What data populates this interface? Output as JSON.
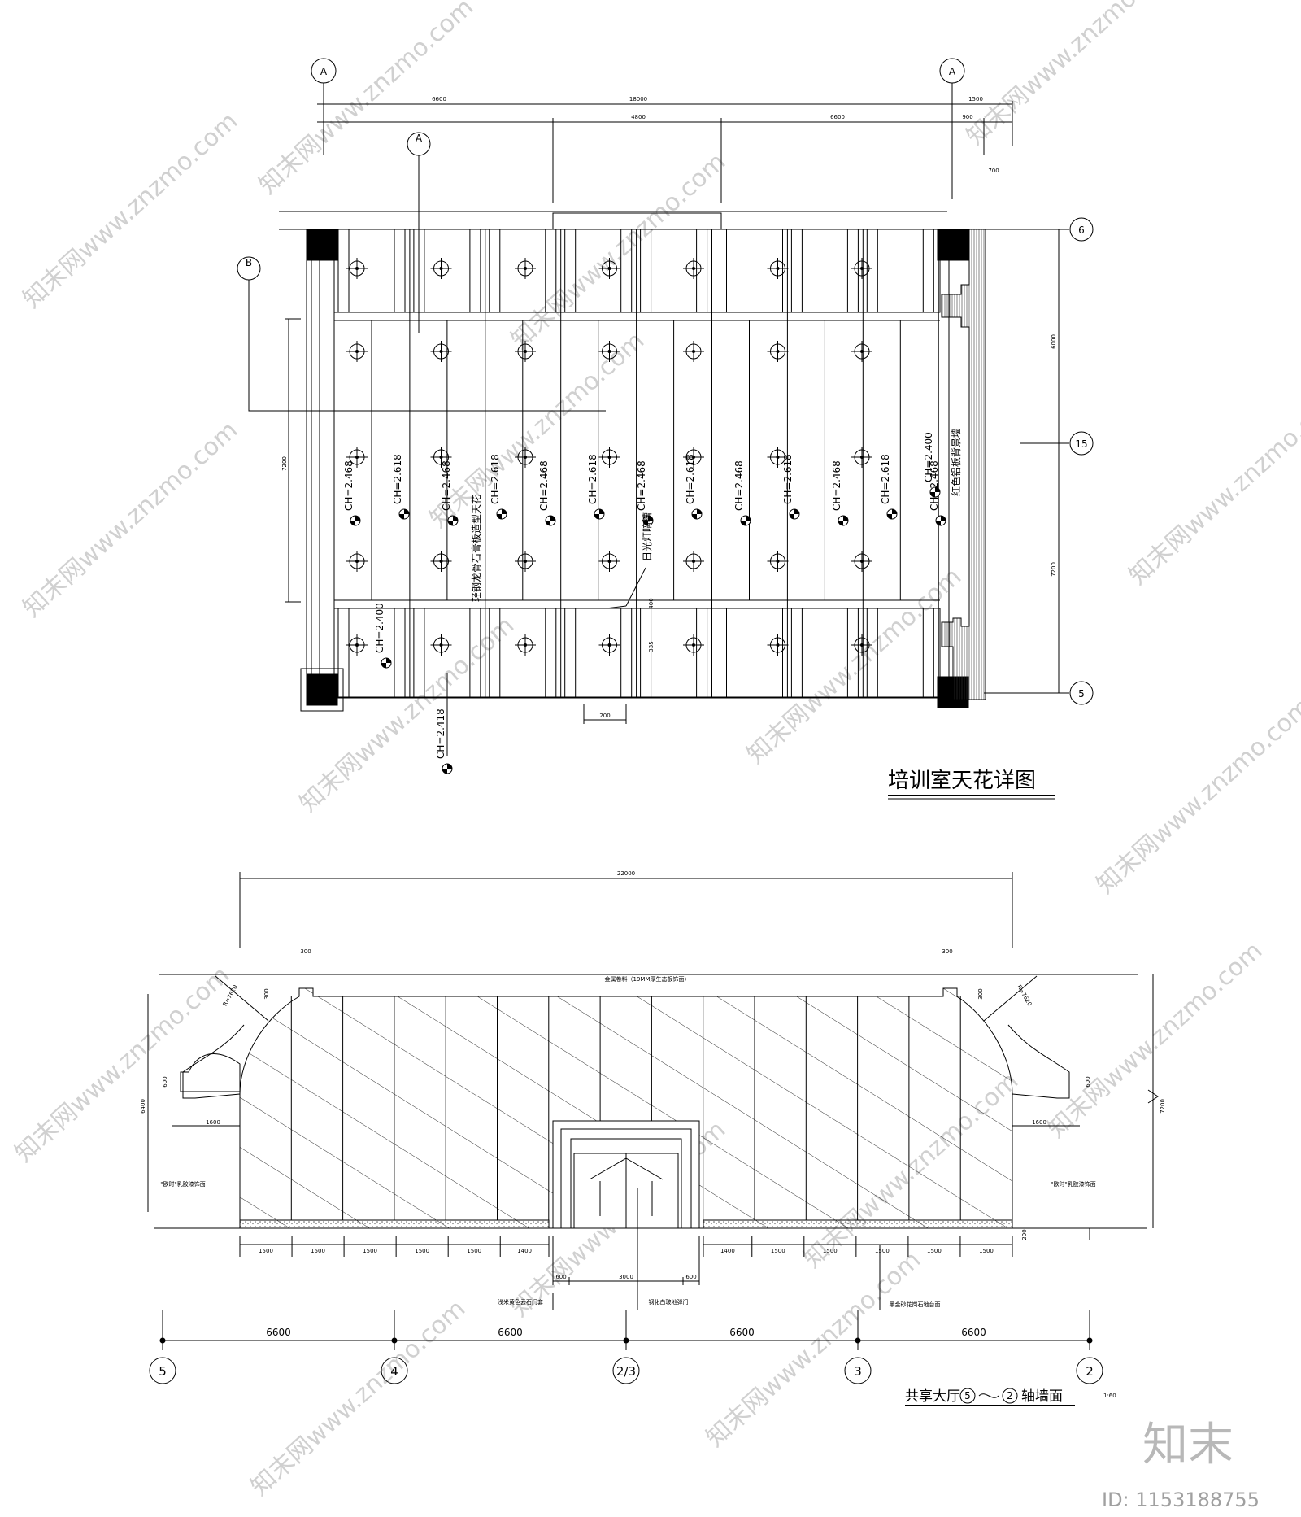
{
  "plan": {
    "title": "培训室天花详图",
    "axes": {
      "a_left": "A",
      "a_right": "A",
      "a_mid": "A",
      "b": "B",
      "six": "6",
      "fifteen": "15",
      "five": "5"
    },
    "dims": {
      "d6600": "6600",
      "d18000": "18000",
      "d4800": "4800",
      "d6600b": "6600",
      "d1500": "1500",
      "d900": "900",
      "d700": "700",
      "d6000": "6000",
      "d7200v": "7200",
      "d7200": "7200",
      "d400": "400",
      "d335": "335",
      "d200": "200"
    },
    "ceiling_levels": [
      "CH=2.468",
      "CH=2.618",
      "CH=2.468",
      "CH=2.618",
      "CH=2.468",
      "CH=2.618",
      "CH=2.468",
      "CH=2.618",
      "CH=2.468",
      "CH=2.618",
      "CH=2.468",
      "CH=2.618",
      "CH=2.468"
    ],
    "ch_2400_a": "CH=2.400",
    "ch_2400_b": "CH=2.400",
    "ch_2418": "CH=2.418",
    "note_gypsum": "轻钢龙骨石膏板造型天花",
    "note_light": "日光灯暗槽",
    "note_wall": "红色铝板背景墙"
  },
  "elevation": {
    "title_prefix": "共享大厅",
    "axis_from": "5",
    "axis_to": "2",
    "title_suffix": "轴墙面",
    "scale": "1:60",
    "dims": {
      "total": "22000",
      "d300l": "300",
      "d300r": "300",
      "d300lv": "300",
      "d300rv": "300",
      "r_left": "R=7620",
      "r_right": "R=7620",
      "d600l": "600",
      "d600r": "600",
      "h6400": "6400",
      "h7200": "7200",
      "d1600l": "1600",
      "d1600r": "1600",
      "d200": "200",
      "door_w": "3000",
      "d600a": "600",
      "d600b": "600"
    },
    "left_bays": [
      "1500",
      "1500",
      "1500",
      "1500",
      "1500",
      "1400"
    ],
    "right_bays": [
      "1400",
      "1500",
      "1500",
      "1500",
      "1500",
      "1500"
    ],
    "axis_spans": [
      "6600",
      "6600",
      "6600",
      "6600"
    ],
    "axes": [
      "5",
      "4",
      "2/3",
      "3",
      "2"
    ],
    "notes": {
      "top": "金属卷料（19MM厚生态板饰面）",
      "left_side": "\"欧时\"乳胶漆饰面",
      "right_side": "\"欧时\"乳胶漆饰面",
      "door_frame": "浅米黄色云石门套",
      "door": "钢化白玻地弹门",
      "base": "黑金砂花岗石地台面"
    }
  },
  "watermark": {
    "text": "知末网www.znzmo.com",
    "brand": "知末",
    "id": "ID: 1153188755"
  }
}
